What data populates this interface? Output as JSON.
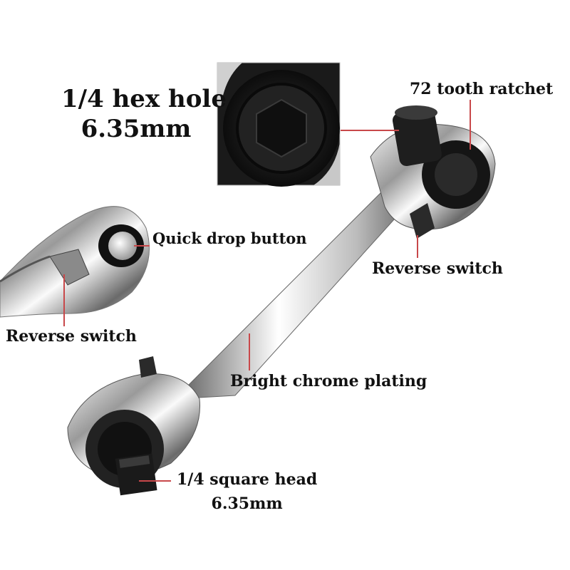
{
  "callouts": {
    "hex_hole_line1": "1/4 hex hole",
    "hex_hole_line2": "6.35mm",
    "tooth_ratchet": "72 tooth ratchet",
    "quick_drop": "Quick drop button",
    "reverse_switch_right": "Reverse switch",
    "reverse_switch_left": "Reverse switch",
    "chrome_plating": "Bright chrome plating",
    "square_head_line1": "1/4 square head",
    "square_head_line2": "6.35mm"
  },
  "colors": {
    "callout_line": "#c8484a",
    "text": "#111111",
    "chrome_dark": "#3a3a3a",
    "chrome_light": "#e8e8e8"
  }
}
